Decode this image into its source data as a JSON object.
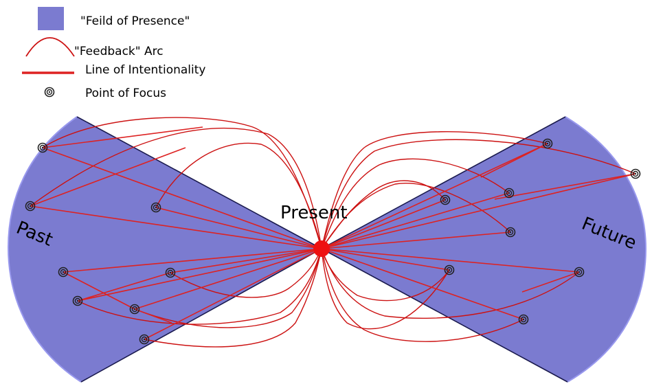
{
  "legend": {
    "field": "\"Feild of Presence\"",
    "arc": "\"Feedback\" Arc",
    "line": "Line of Intentionality",
    "point": "Point of Focus"
  },
  "labels": {
    "present": "Present",
    "past": "Past",
    "future": "Future"
  },
  "colors": {
    "field": "#7b7bd0",
    "field_edge": "#1a1a4e",
    "arc": "#cc1111",
    "line": "#dd2222",
    "present_dot": "#ee1111",
    "spiral": "#222222"
  }
}
